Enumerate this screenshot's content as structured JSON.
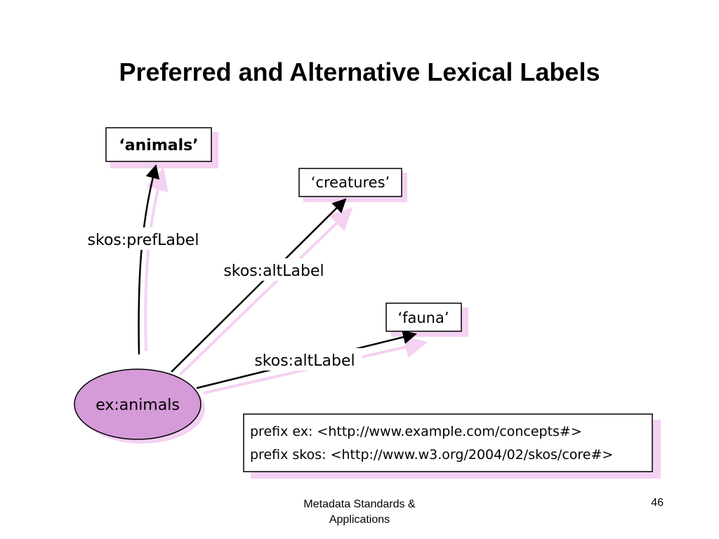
{
  "slide": {
    "title": "Preferred and Alternative Lexical Labels"
  },
  "diagram": {
    "concept": "ex:animals",
    "labels": {
      "pref": "‘animals’",
      "alt1": "‘creatures’",
      "alt2": "‘fauna’"
    },
    "edges": {
      "pref": "skos:prefLabel",
      "alt1": "skos:altLabel",
      "alt2": "skos:altLabel"
    },
    "prefixes": [
      "prefix ex: <http://www.example.com/concepts#>",
      "prefix skos: <http://www.w3.org/2004/02/skos/core#>"
    ],
    "colors": {
      "node_fill": "#d59ad8",
      "shadow": "#f4d2f2",
      "line": "#000000"
    }
  },
  "footer": {
    "line1": "Metadata Standards &",
    "line2": "Applications",
    "page": "46"
  }
}
